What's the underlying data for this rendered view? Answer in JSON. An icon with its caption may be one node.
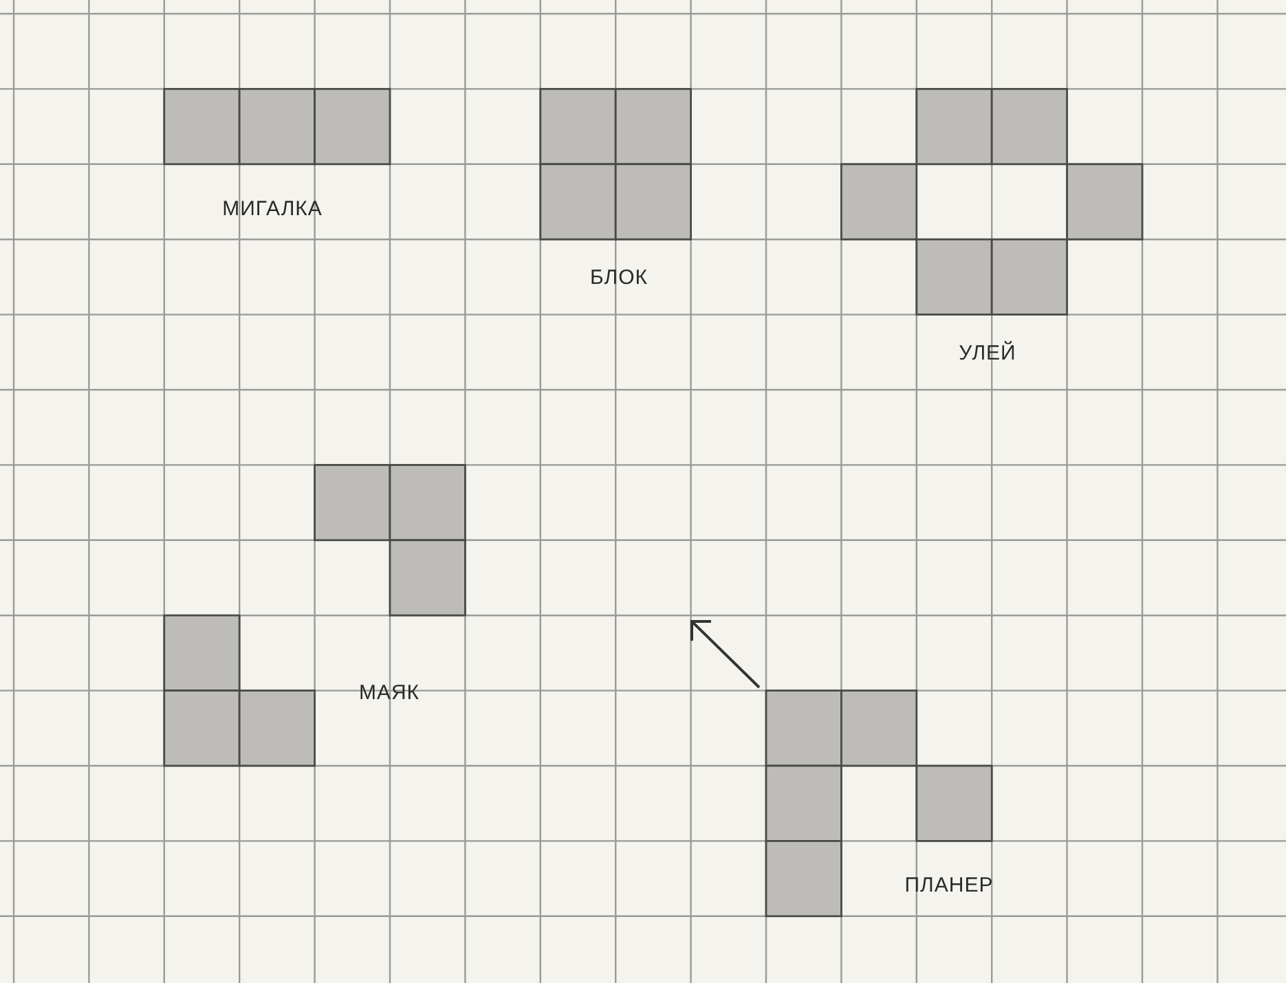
{
  "diagram": {
    "labels": [
      "МИГАЛКА",
      "БЛОК",
      "УЛЕЙ",
      "МАЯК",
      "ПЛАНЕР"
    ]
  }
}
